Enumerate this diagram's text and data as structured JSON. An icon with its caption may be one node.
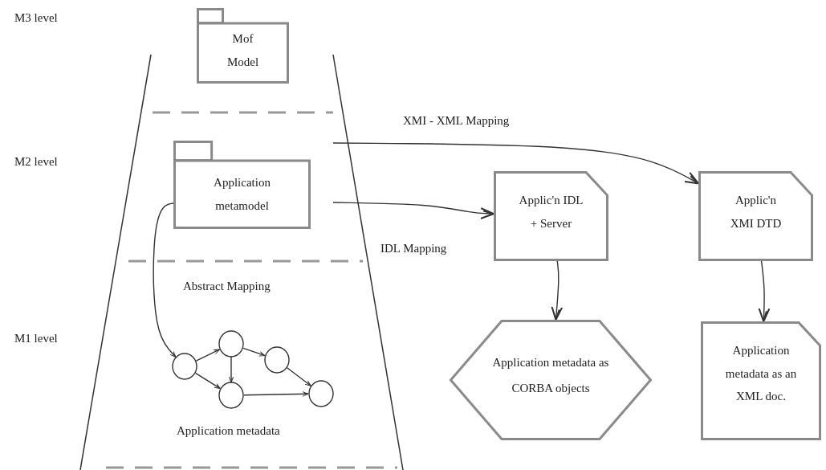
{
  "diagram": {
    "nodes": [
      {
        "text": [
          "Mof Model"
        ]
      },
      {
        "text": [
          "Application metamodel"
        ]
      },
      {
        "text": [
          "Applic'n IDL + Server"
        ]
      },
      {
        "text": [
          "Applic'n XMI DTD"
        ]
      },
      {
        "text": [
          "Application metadata as CORBA objects"
        ]
      },
      {
        "text": [
          "Application metadata as an XML doc."
        ]
      },
      {
        "text": [],
        "shape": "circle"
      },
      {
        "text": [],
        "shape": "circle"
      },
      {
        "text": [],
        "shape": "circle"
      },
      {
        "text": [],
        "shape": "circle"
      },
      {
        "text": [],
        "shape": "circle"
      }
    ],
    "edges": [
      {
        "from": 1,
        "to": 6,
        "arrow": "to"
      },
      {
        "from": null,
        "to": 2,
        "arrow": "to",
        "label": "IDL Mapping"
      },
      {
        "from": null,
        "to": 3,
        "arrow": "to",
        "label": "XMI - XML Mapping"
      },
      {
        "from": 2,
        "to": 4,
        "arrow": "to"
      },
      {
        "from": 3,
        "to": 5,
        "arrow": "to"
      },
      {
        "from": 6,
        "to": 7,
        "arrow": "to"
      },
      {
        "from": 7,
        "to": 8,
        "arrow": "to"
      },
      {
        "from": 7,
        "to": 9,
        "arrow": "to"
      },
      {
        "from": 6,
        "to": 8,
        "arrow": "to"
      },
      {
        "from": 8,
        "to": 10,
        "arrow": "to"
      },
      {
        "from": 9,
        "to": 10,
        "arrow": "to"
      }
    ],
    "labels": [
      "M3 level",
      "M2 level",
      "M1 level",
      "Abstract Mapping",
      "Application metadata"
    ]
  }
}
